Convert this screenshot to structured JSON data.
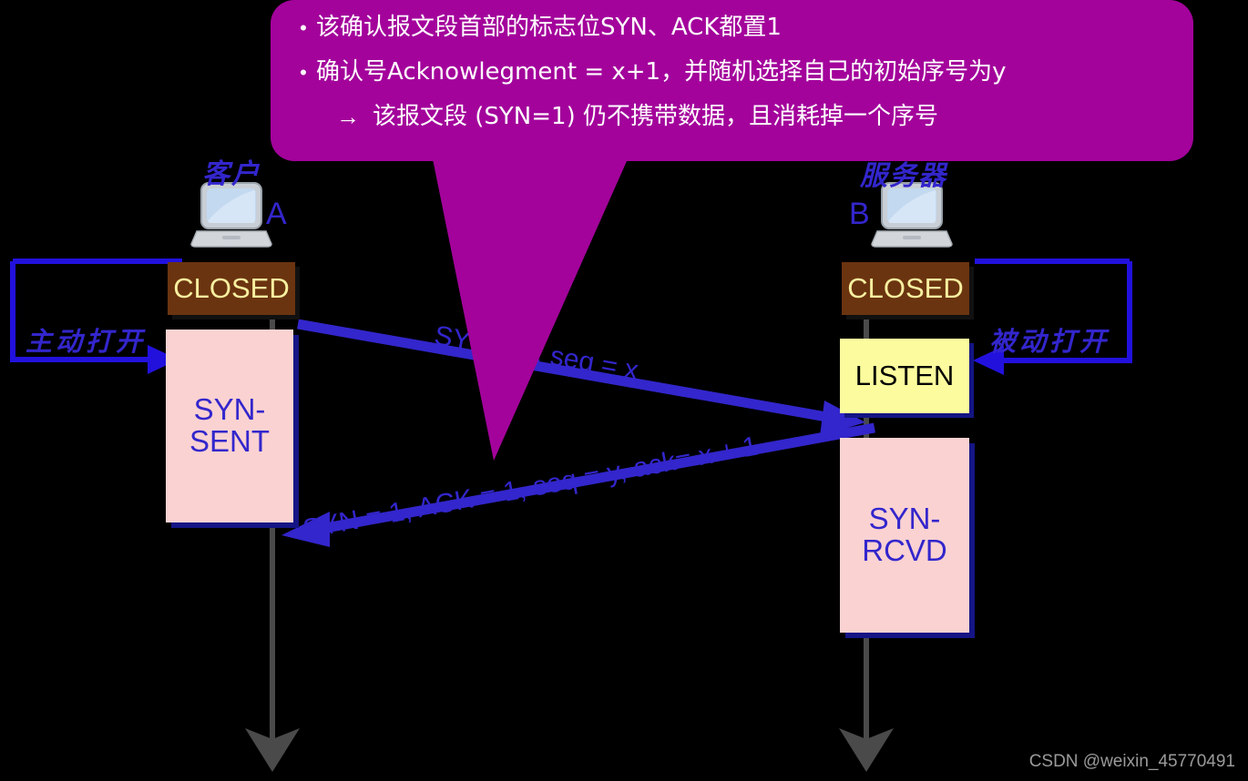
{
  "callout": {
    "bg_color": "#A3039B",
    "text_color": "#FFFFFF",
    "bullet_glyph": "•",
    "arrow_glyph": "→",
    "lines": [
      "该确认报文段首部的标志位SYN、ACK都置1",
      "确认号Acknowlegment = x+1，并随机选择自己的初始序号为y",
      "该报文段 (SYN=1) 仍不携带数据，且消耗掉一个序号"
    ]
  },
  "client": {
    "role_label": "客户",
    "node_letter": "A",
    "icon": "laptop-icon",
    "states": [
      {
        "label": "CLOSED",
        "kind": "closed"
      },
      {
        "label": "SYN-\nSENT",
        "label_line1": "SYN-",
        "label_line2": "SENT",
        "kind": "syn"
      }
    ],
    "open_label": "主动打开"
  },
  "server": {
    "role_label": "服务器",
    "node_letter": "B",
    "icon": "laptop-icon",
    "states": [
      {
        "label": "CLOSED",
        "kind": "closed"
      },
      {
        "label": "LISTEN",
        "kind": "listen"
      },
      {
        "label": "SYN-\nRCVD",
        "label_line1": "SYN-",
        "label_line2": "RCVD",
        "kind": "syn"
      }
    ],
    "open_label": "被动打开"
  },
  "messages": [
    {
      "id": "syn-request",
      "label": "SYN = 1, seq = x",
      "direction": "client-to-server"
    },
    {
      "id": "syn-ack-response",
      "label": "SYN = 1, ACK = 1, seq = y, ack= x + 1",
      "direction": "server-to-client"
    }
  ],
  "colors": {
    "background": "#000000",
    "accent_blue": "#3326CC",
    "arrow_blue": "#3326CC",
    "closed_box": "#6B3410",
    "closed_text": "#F7F0A0",
    "listen_box": "#FCFC9E",
    "listen_text": "#000000",
    "syn_box": "#FBD2D2",
    "syn_text": "#3326CC",
    "callout_magenta": "#A3039B",
    "lifeline_gray": "#4A4A4A",
    "watermark_gray": "#9A9A9A"
  },
  "watermark": "CSDN @weixin_45770491"
}
